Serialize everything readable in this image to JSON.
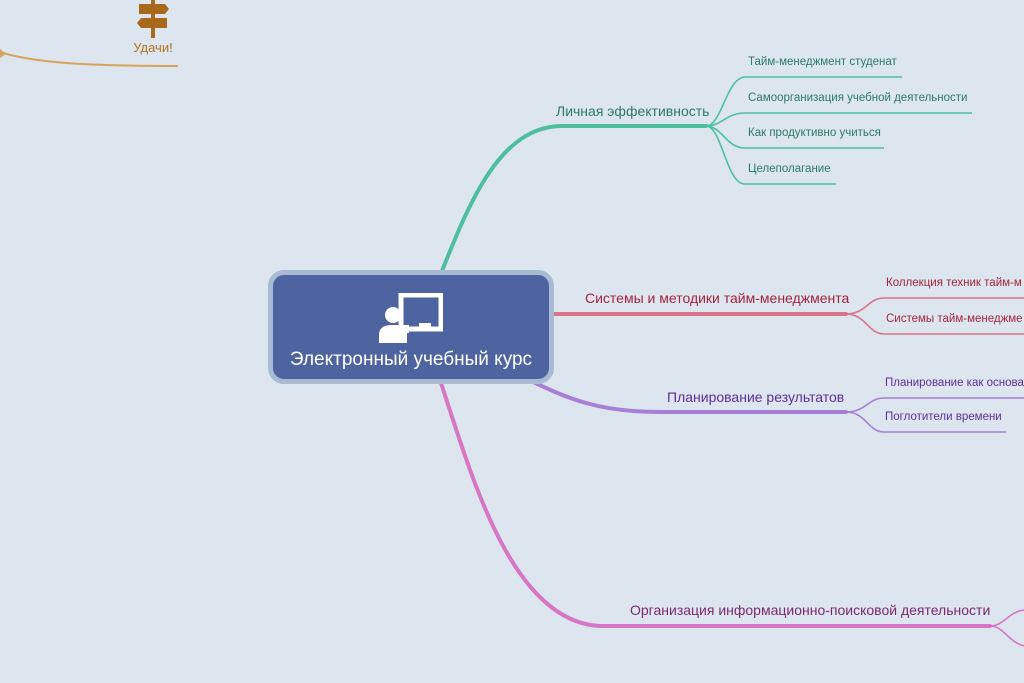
{
  "central": {
    "title": "Электронный учебный курс",
    "icon": "teacher-board-icon"
  },
  "luck": {
    "label": "Удачи!",
    "icon": "signpost-icon",
    "color": "#b0731f"
  },
  "branches": [
    {
      "label": "Личная эффективность",
      "color": "#4dbf9e",
      "text_color": "#2a7a66",
      "children": [
        "Тайм-менеджмент студенат",
        "Самоорганизация учебной деятельности",
        "Как продуктивно учиться",
        "Целеполагание"
      ]
    },
    {
      "label": "Системы и методики тайм-менеджмента",
      "color": "#d9738a",
      "text_color": "#a3233f",
      "children": [
        "Коллекция техник тайм-м",
        "Системы тайм-менеджме"
      ]
    },
    {
      "label": "Планирование результатов",
      "color": "#a77fd6",
      "text_color": "#5b2e99",
      "children": [
        "Планирование как основа",
        "Поглотители времени"
      ]
    },
    {
      "label": "Организация информационно-поисковой деятельности",
      "color": "#d676c4",
      "text_color": "#7a2870",
      "children": []
    }
  ]
}
